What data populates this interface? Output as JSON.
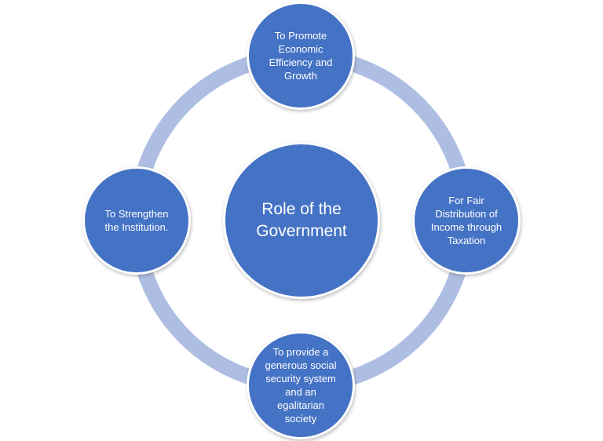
{
  "diagram": {
    "type": "cycle",
    "title": "Role of the Government",
    "center": {
      "label": "Role of the\nGovernment"
    },
    "nodes": [
      {
        "position": "top",
        "label": "To Promote\nEconomic\nEfficiency and\nGrowth"
      },
      {
        "position": "right",
        "label": "For Fair\nDistribution of\nIncome through\nTaxation"
      },
      {
        "position": "bottom",
        "label": "To provide a\ngenerous social\nsecurity system\nand an\negalitarian\nsociety"
      },
      {
        "position": "left",
        "label": "To Strengthen\nthe Institution."
      }
    ],
    "colors": {
      "node_fill": "#4472C4",
      "node_border": "#FFFFFF",
      "ring": "#AEBEE3",
      "text": "#FFFFFF",
      "background": "#FFFFFF"
    }
  }
}
